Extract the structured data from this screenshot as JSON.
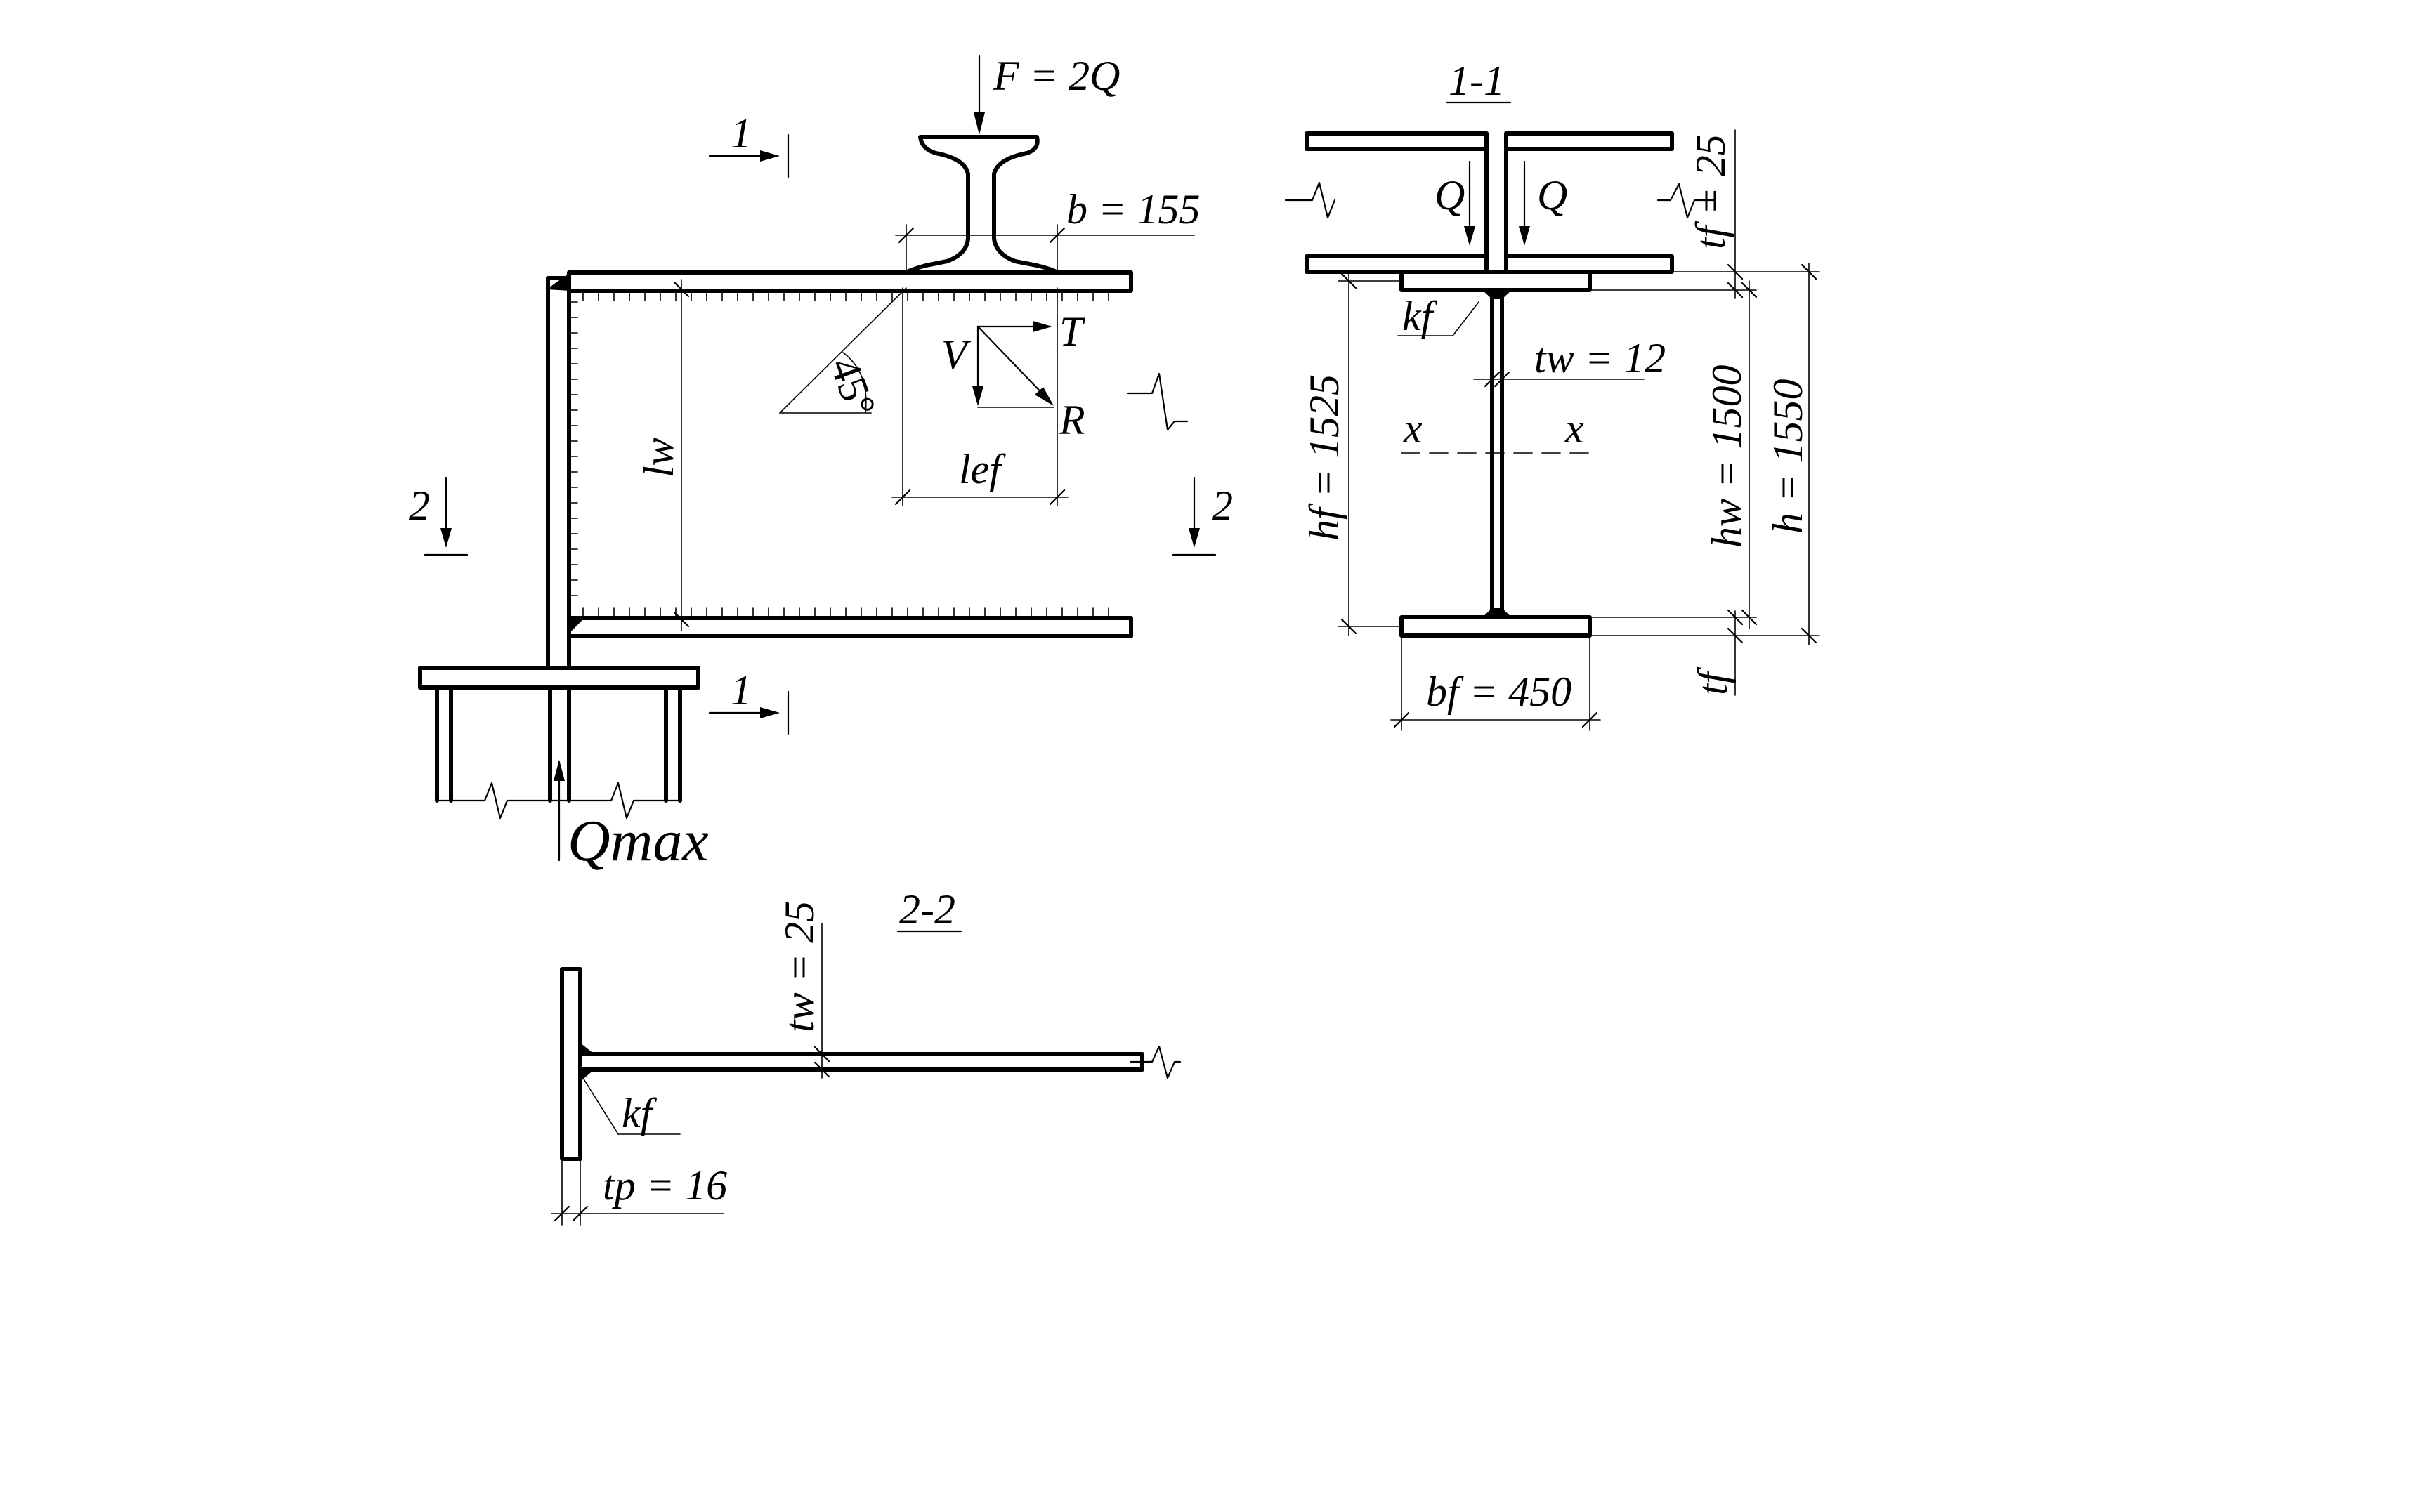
{
  "labels": {
    "F": "F = 2Q",
    "b": "b = 155",
    "sec11_left": "1",
    "sec11_right": "1",
    "sec22_left": "2",
    "sec22_right": "2",
    "lw": "lw",
    "angle": "45°",
    "V": "V",
    "T": "T",
    "R": "R",
    "lef": "lef",
    "Qmax": "Qmax",
    "title11": "1-1",
    "Q_left": "Q",
    "Q_right": "Q",
    "tf_top": "tf = 25",
    "kf_11": "kf",
    "tw_11": "tw = 12",
    "x_left": "x",
    "x_right": "x",
    "hf": "hf = 1525",
    "hw": "hw = 1500",
    "h": "h = 1550",
    "tf_bot": "tf",
    "bf": "bf = 450",
    "title22": "2-2",
    "tw_22": "tw = 25",
    "kf_22": "kf",
    "tp": "tp = 16"
  },
  "colors": {
    "ink": "#000000",
    "paper": "#ffffff"
  }
}
